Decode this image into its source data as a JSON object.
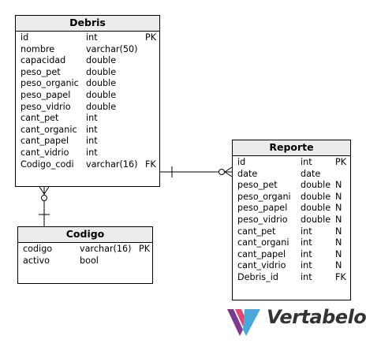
{
  "entities": {
    "debris": {
      "title": "Debris",
      "columns": [
        {
          "name": "id",
          "type": "int",
          "key": "PK"
        },
        {
          "name": "nombre",
          "type": "varchar(50)",
          "key": ""
        },
        {
          "name": "capacidad",
          "type": "double",
          "key": ""
        },
        {
          "name": "peso_pet",
          "type": "double",
          "key": ""
        },
        {
          "name": "peso_organic",
          "type": "double",
          "key": ""
        },
        {
          "name": "peso_papel",
          "type": "double",
          "key": ""
        },
        {
          "name": "peso_vidrio",
          "type": "double",
          "key": ""
        },
        {
          "name": "cant_pet",
          "type": "int",
          "key": ""
        },
        {
          "name": "cant_organic",
          "type": "int",
          "key": ""
        },
        {
          "name": "cant_papel",
          "type": "int",
          "key": ""
        },
        {
          "name": "cant_vidrio",
          "type": "int",
          "key": ""
        },
        {
          "name": "Codigo_codi",
          "type": "varchar(16)",
          "key": "FK"
        }
      ]
    },
    "reporte": {
      "title": "Reporte",
      "columns": [
        {
          "name": "id",
          "type": "int",
          "key": "PK"
        },
        {
          "name": "date",
          "type": "date",
          "key": ""
        },
        {
          "name": "peso_pet",
          "type": "double",
          "key": "N"
        },
        {
          "name": "peso_organi",
          "type": "double",
          "key": "N"
        },
        {
          "name": "peso_papel",
          "type": "double",
          "key": "N"
        },
        {
          "name": "peso_vidrio",
          "type": "double",
          "key": "N"
        },
        {
          "name": "cant_pet",
          "type": "int",
          "key": "N"
        },
        {
          "name": "cant_organi",
          "type": "int",
          "key": "N"
        },
        {
          "name": "cant_papel",
          "type": "int",
          "key": "N"
        },
        {
          "name": "cant_vidrio",
          "type": "int",
          "key": "N"
        },
        {
          "name": "Debris_id",
          "type": "int",
          "key": "FK"
        }
      ]
    },
    "codigo": {
      "title": "Codigo",
      "columns": [
        {
          "name": "codigo",
          "type": "varchar(16)",
          "key": "PK"
        },
        {
          "name": "activo",
          "type": "bool",
          "key": ""
        }
      ]
    }
  },
  "relationships": [
    {
      "from": "Debris",
      "to": "Reporte",
      "from_end": "one",
      "to_end": "zero-or-many"
    },
    {
      "from": "Codigo",
      "to": "Debris",
      "from_end": "one",
      "to_end": "zero-or-many"
    }
  ],
  "branding": {
    "logo_text": "Vertabelo",
    "logo_colors": [
      "#7a3b8f",
      "#e0457b",
      "#4aa7d8"
    ]
  }
}
